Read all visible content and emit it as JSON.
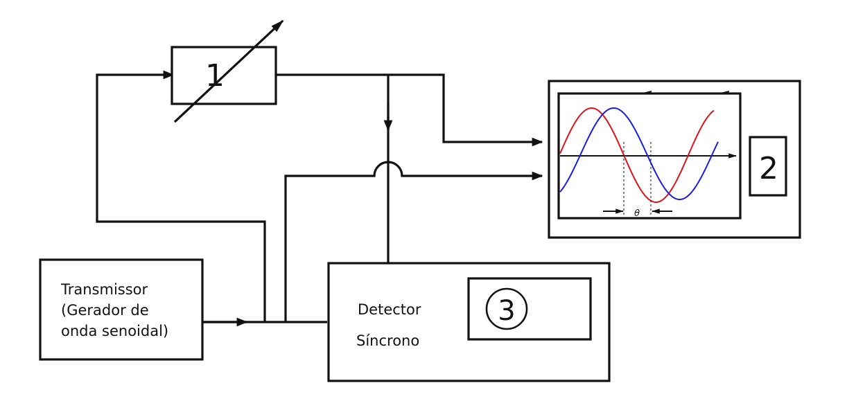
{
  "diagram": {
    "block1": {
      "label": "1"
    },
    "block2": {
      "label": "2"
    },
    "block3": {
      "label": "3"
    },
    "transmitter": {
      "lines": [
        "Transmissor",
        "(Gerador de",
        "onda senoidal)"
      ]
    },
    "detector": {
      "lines": [
        "Detector",
        "Síncrono"
      ]
    },
    "scope": {
      "phase_label": "θ"
    },
    "colors": {
      "wave_a": "#e0101a",
      "wave_b": "#1a1ae0",
      "line": "#111111"
    }
  }
}
